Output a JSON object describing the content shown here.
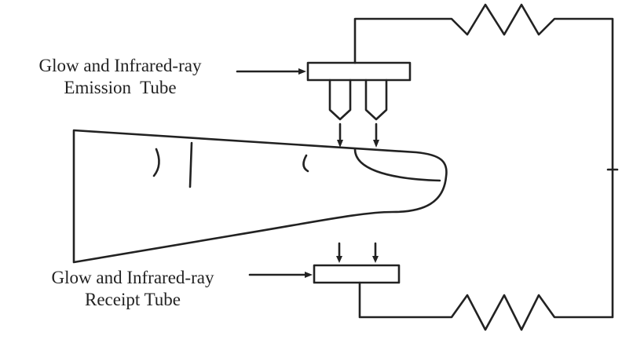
{
  "labels": {
    "emission_line1": "Glow and Infrared-ray",
    "emission_line2": "Emission  Tube",
    "receipt_line1": "Glow and Infrared-ray",
    "receipt_line2": "Receipt Tube"
  },
  "colors": {
    "stroke": "#222222",
    "background": "#ffffff"
  }
}
